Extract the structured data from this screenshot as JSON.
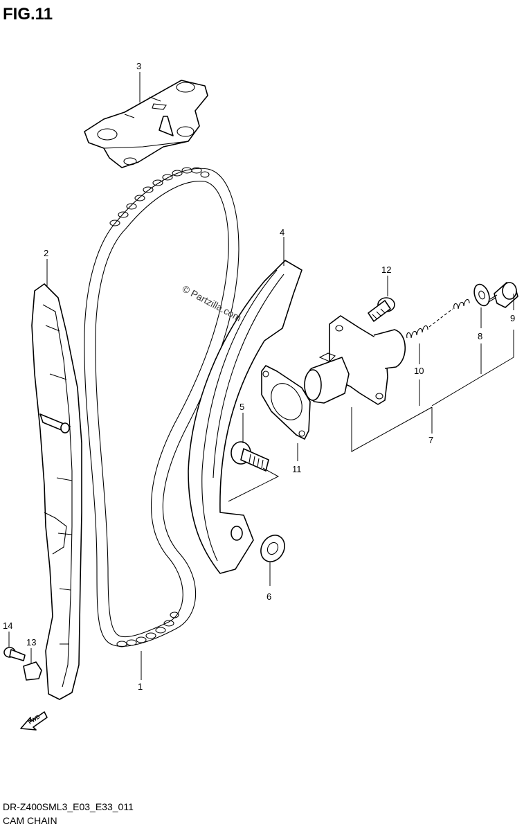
{
  "figure_title": "FIG.11",
  "model_code": "DR-Z400SML3_E03_E33_011",
  "section_name": "CAM CHAIN",
  "watermark": "© Partzilla.com",
  "direction_arrow": "FWD",
  "callouts": {
    "c1": "1",
    "c2": "2",
    "c3": "3",
    "c4": "4",
    "c5": "5",
    "c6": "6",
    "c7": "7",
    "c8": "8",
    "c9": "9",
    "c10": "10",
    "c11": "11",
    "c12": "12",
    "c13": "13",
    "c14": "14"
  }
}
